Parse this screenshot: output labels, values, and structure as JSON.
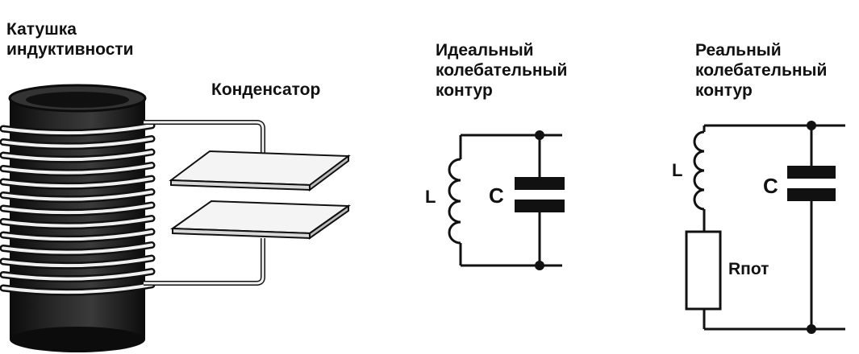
{
  "labels": {
    "coil_line1": "Катушка",
    "coil_line2": "индуктивности",
    "capacitor": "Конденсатор",
    "ideal_line1": "Идеальный",
    "ideal_line2": "колебательный",
    "ideal_line3": "контур",
    "real_line1": "Реальный",
    "real_line2": "колебательный",
    "real_line3": "контур"
  },
  "circuits": {
    "ideal": {
      "inductor": "L",
      "capacitor": "C"
    },
    "real": {
      "inductor": "L",
      "capacitor": "C",
      "resistor": "Rпот"
    }
  },
  "colors": {
    "ink": "#111111",
    "coil_dark": "#1b1b1b",
    "plate": "#f4f4f4",
    "background": "#ffffff"
  }
}
